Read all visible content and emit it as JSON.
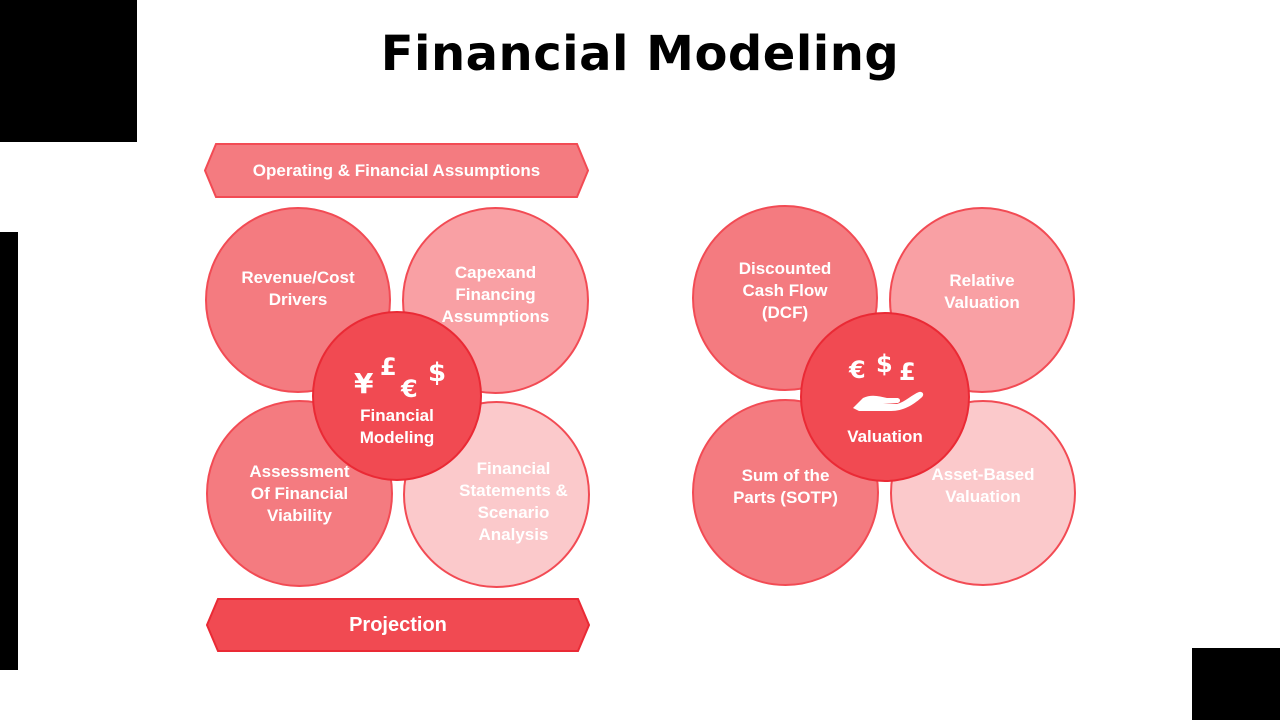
{
  "title": "Financial Modeling",
  "left": {
    "top_banner": "Operating & Financial Assumptions",
    "bottom_banner": "Projection",
    "circles": [
      "Revenue/Cost\nDrivers",
      "Capexand\nFinancing\nAssumptions",
      "Assessment\nOf Financial\nViability",
      "Financial\nStatements &\nScenario\nAnalysis"
    ],
    "center": {
      "label": "Financial\nModeling",
      "icon": "currency-symbols-icon",
      "symbols": [
        "¥",
        "£",
        "€",
        "$"
      ]
    }
  },
  "right": {
    "circles": [
      "Discounted\nCash Flow\n(DCF)",
      "Relative\nValuation",
      "Sum of the\nParts (SOTP)",
      "Asset-Based\nValuation"
    ],
    "center": {
      "label": "Valuation",
      "icon": "hand-with-currency-icon",
      "symbols": [
        "€",
        "$",
        "£"
      ]
    }
  },
  "colors": {
    "accent": "#f24b54",
    "center_fill": "#f14a52",
    "circle_medium": "#f47b80",
    "circle_light": "#f9a0a4",
    "circle_pale": "#fbc9cb"
  }
}
